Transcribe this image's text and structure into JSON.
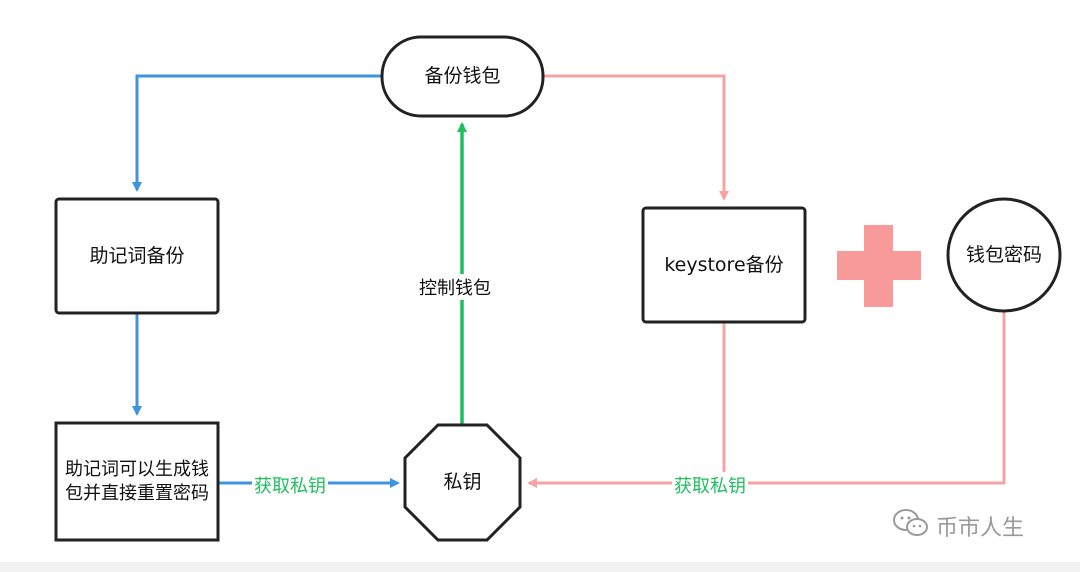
{
  "nodes": {
    "backup_wallet": "备份钱包",
    "mnemonic_backup": "助记词备份",
    "mnemonic_regen": "助记词可以生成钱包并直接重置密码",
    "private_key": "私钥",
    "keystore_backup": "keystore备份",
    "wallet_password": "钱包密码"
  },
  "edges": {
    "control_wallet": "控制钱包",
    "get_key_left": "获取私钥",
    "get_key_right": "获取私钥"
  },
  "watermark": {
    "text": "币市人生",
    "icon": "wechat-icon"
  },
  "colors": {
    "blue": "#3d94e0",
    "green": "#1fbf5e",
    "pink": "#f5a3a3",
    "plus": "#f99a9a"
  }
}
